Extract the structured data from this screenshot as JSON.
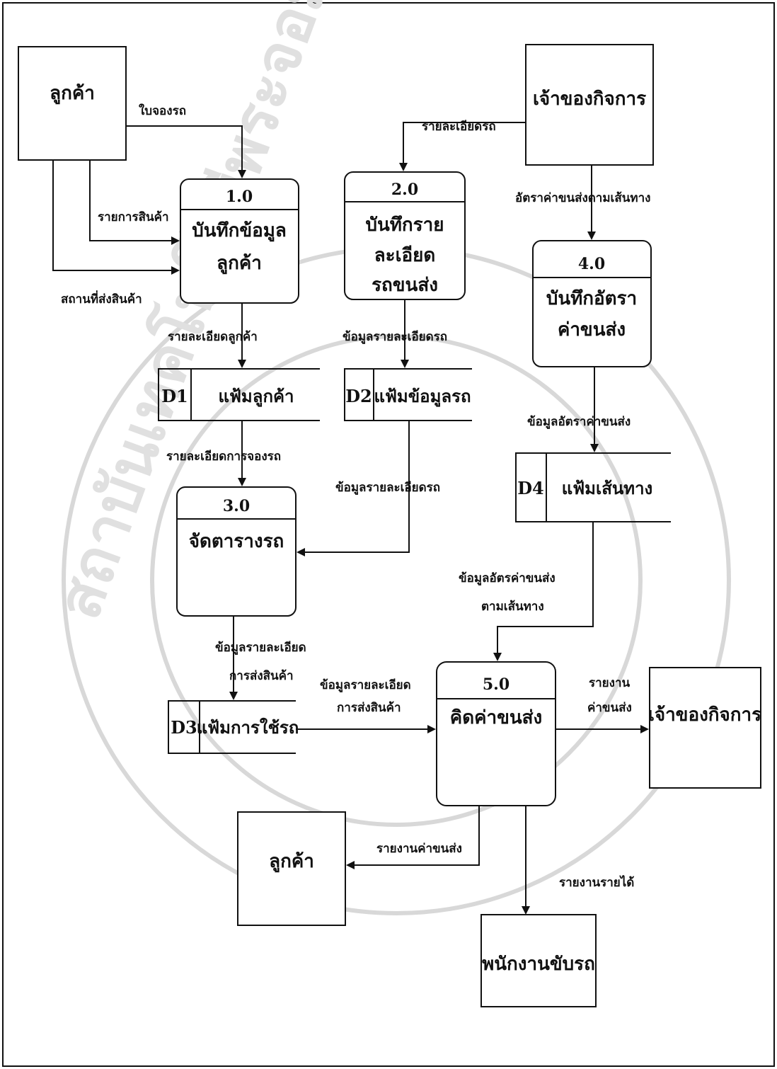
{
  "entities": {
    "customer_top": "ลูกค้า",
    "owner_top": "เจ้าของกิจการ",
    "owner_right": "เจ้าของกิจการ",
    "customer_bottom": "ลูกค้า",
    "driver": "พนักงานขับรถ"
  },
  "processes": [
    {
      "id": "1.0",
      "lines": [
        "บันทึกข้อมูล",
        "ลูกค้า"
      ]
    },
    {
      "id": "2.0",
      "lines": [
        "บันทึกราย",
        "ละเอียด",
        "รถขนส่ง"
      ]
    },
    {
      "id": "3.0",
      "lines": [
        "จัดตารางรถ"
      ]
    },
    {
      "id": "4.0",
      "lines": [
        "บันทึกอัตรา",
        "ค่าขนส่ง"
      ]
    },
    {
      "id": "5.0",
      "lines": [
        "คิดค่าขนส่ง"
      ]
    }
  ],
  "stores": [
    {
      "id": "D1",
      "name": "แฟ้มลูกค้า"
    },
    {
      "id": "D2",
      "name": "แฟ้มข้อมูลรถ"
    },
    {
      "id": "D3",
      "name": "แฟ้มการใช้รถ"
    },
    {
      "id": "D4",
      "name": "แฟ้มเส้นทาง"
    }
  ],
  "flows": {
    "booking": "ใบจองรถ",
    "product_list": "รายการสินค้า",
    "delivery_place": "สถานที่ส่งสินค้า",
    "vehicle_detail": "รายละเอียดรถ",
    "route_rate": "อัตราค่าขนส่งตามเส้นทาง",
    "customer_detail": "รายละเอียดลูกค้า",
    "vehicle_data_d2": "ข้อมูลรายละเอียดรถ",
    "rate_data": "ข้อมูลอัตราค่าขนส่ง",
    "booking_detail": "รายละเอียดการจองรถ",
    "vehicle_data_3": "ข้อมูลรายละเอียดรถ",
    "rate_route_1": "ข้อมูลอัตรค่าขนส่ง",
    "rate_route_2": "ตามเส้นทาง",
    "shipping_detail_1": "ข้อมูลรายละเอียด",
    "shipping_detail_2": "การส่งสินค้า",
    "shipping_detail5_1": "ข้อมูลรายละเอียด",
    "shipping_detail5_2": "การส่งสินค้า",
    "report_1": "รายงาน",
    "report_2": "ค่าขนส่ง",
    "cost_report": "รายงานค่าขนส่ง",
    "income_report": "รายงานรายได้"
  },
  "watermark": {
    "left": "สถาบันเทคโนโลยีพระจอมเกล้าเจ้าคุณทหารลาดกระบัง"
  }
}
